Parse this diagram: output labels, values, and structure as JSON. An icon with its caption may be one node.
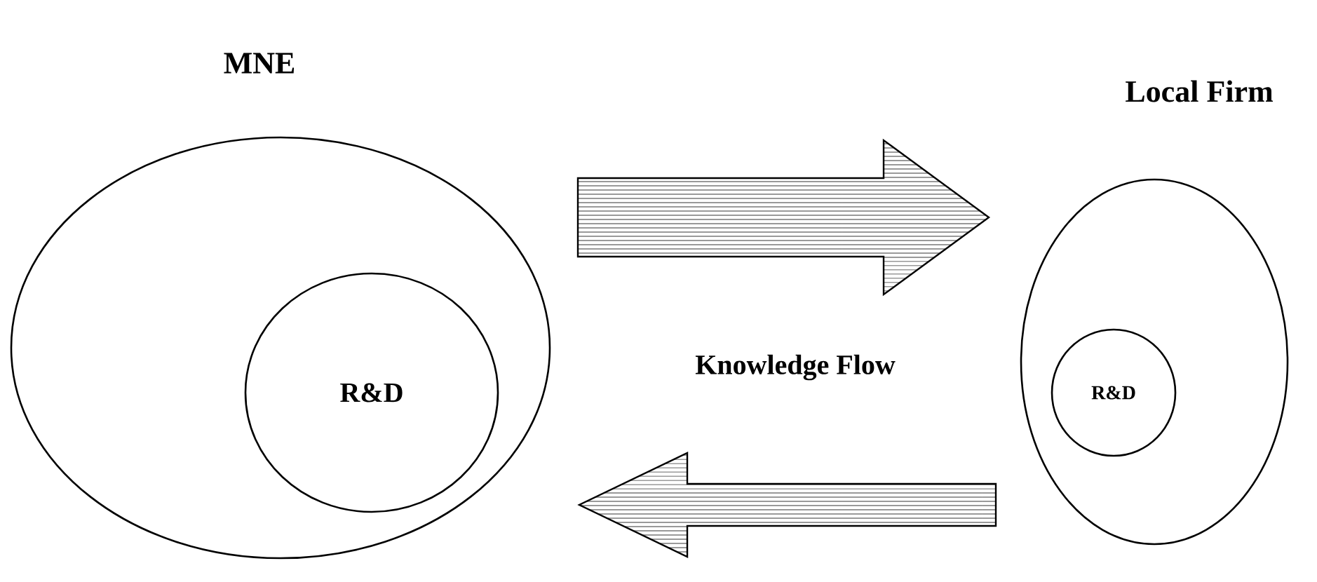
{
  "diagram": {
    "nodes": [
      {
        "text": [
          "MNE"
        ]
      },
      {
        "text": [
          "R&D"
        ],
        "in": 0
      },
      {
        "text": [
          "Local Firm"
        ]
      },
      {
        "text": [
          "R&D"
        ],
        "in": 2
      }
    ],
    "edges": [
      {
        "from": 0,
        "to": 2,
        "arrow": "to"
      },
      {
        "from": 2,
        "to": 0,
        "arrow": "to"
      }
    ],
    "labels": [
      "Knowledge Flow"
    ]
  }
}
